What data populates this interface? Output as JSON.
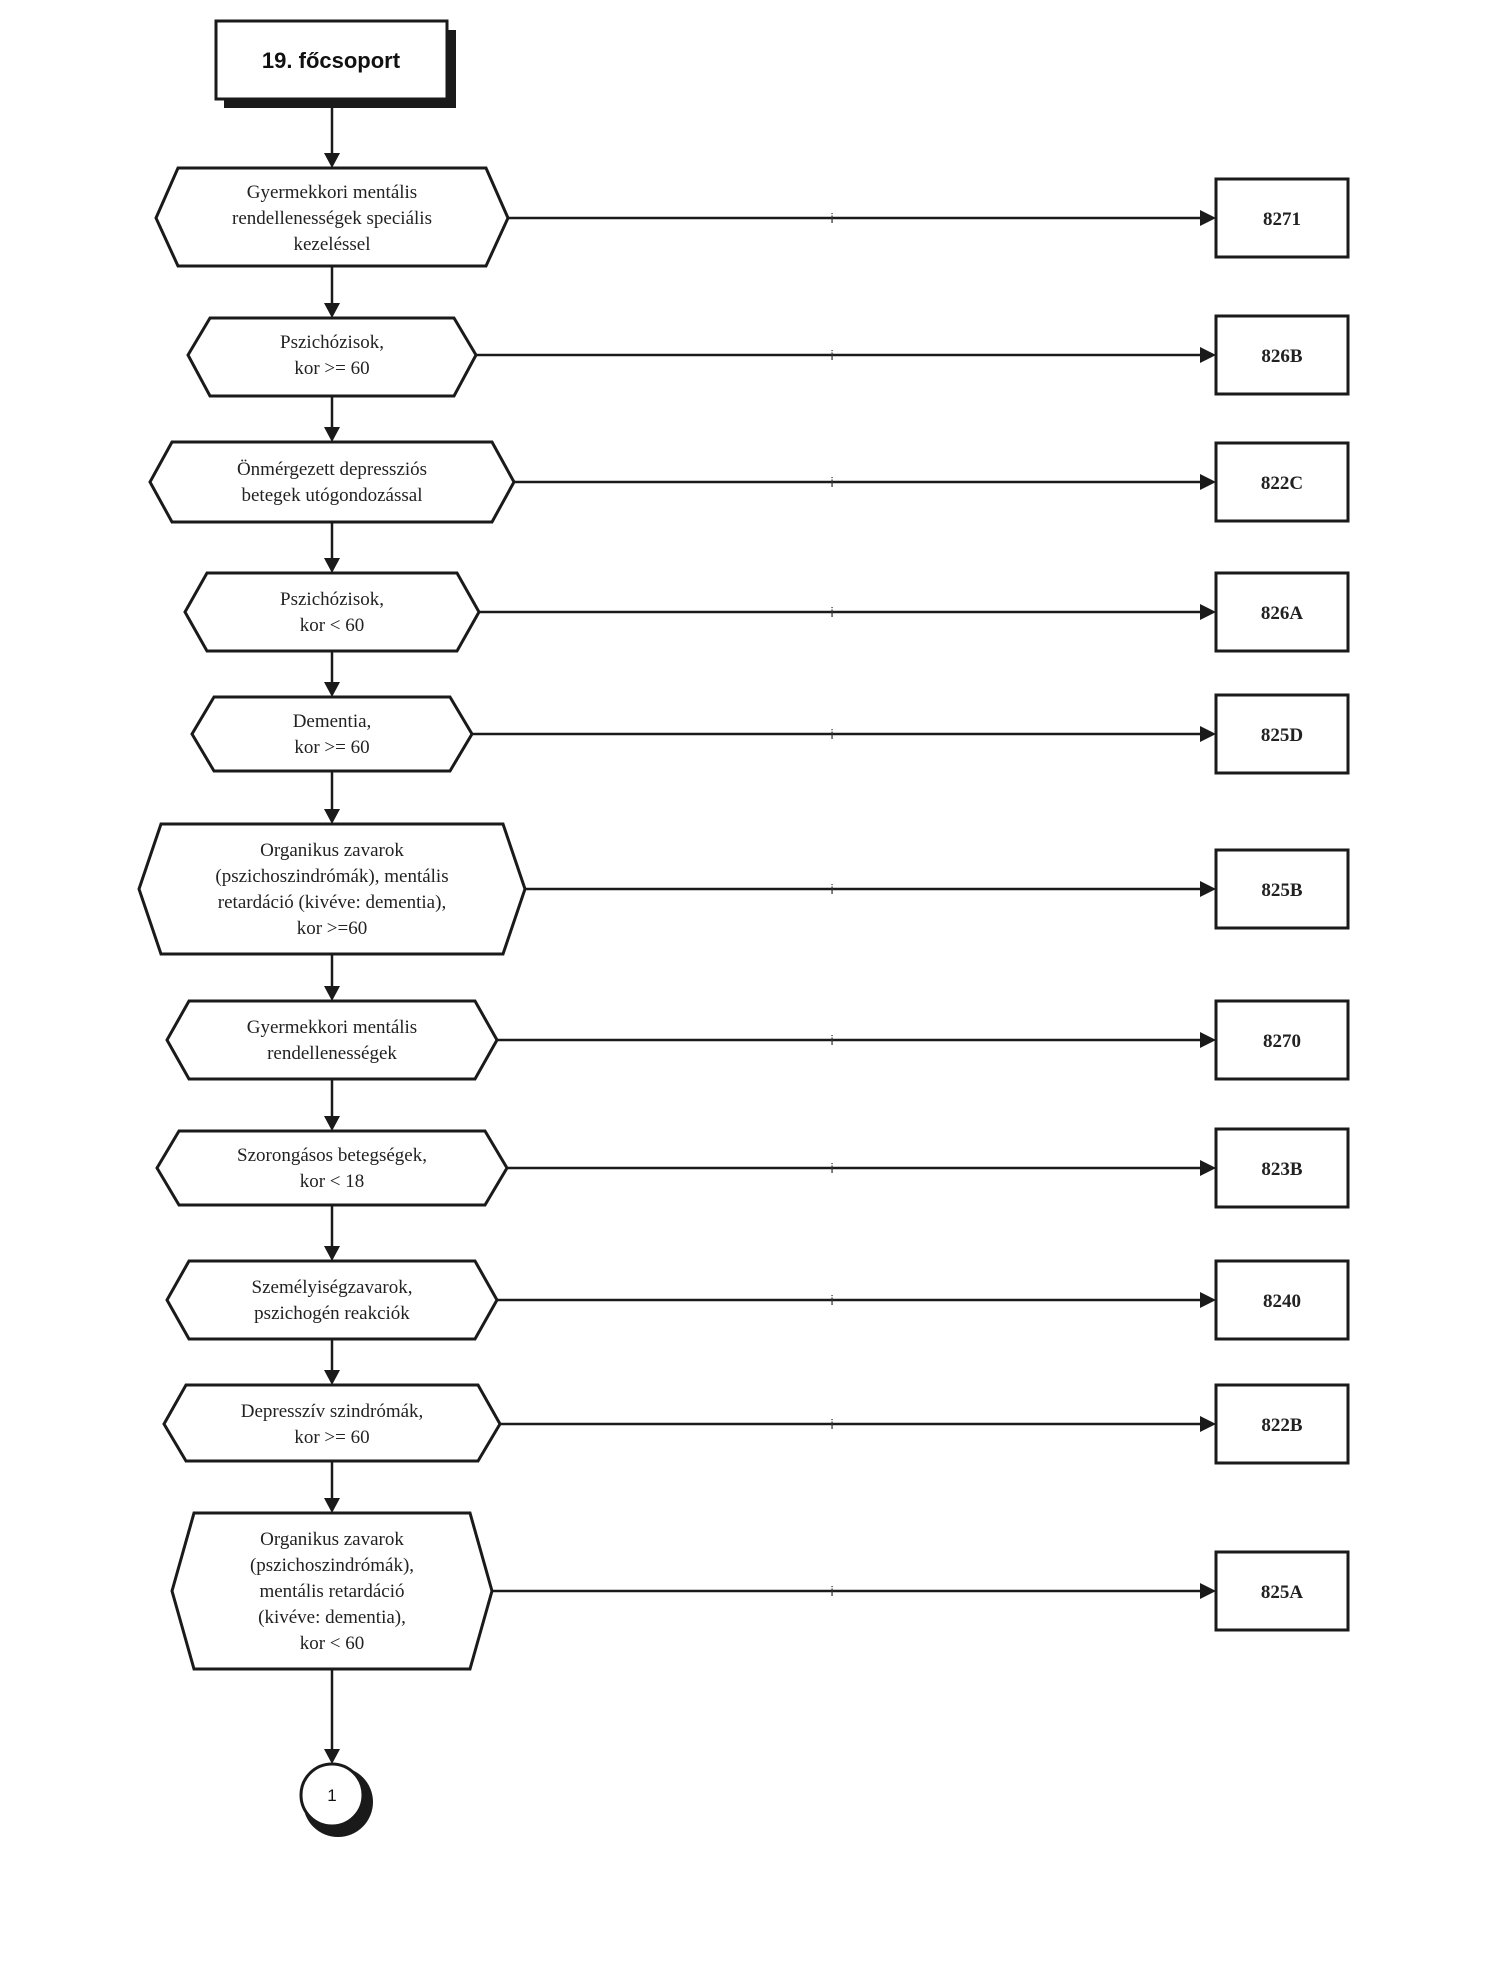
{
  "start": {
    "label": "19. főcsoport"
  },
  "edge_label": "i",
  "nodes": [
    {
      "lines": [
        "Gyermekkori mentális",
        "rendellenességek speciális",
        "kezeléssel"
      ],
      "outcome": "8271"
    },
    {
      "lines": [
        "Pszichózisok,",
        "kor >= 60"
      ],
      "outcome": "826B"
    },
    {
      "lines": [
        "Önmérgezett depressziós",
        "betegek utógondozással"
      ],
      "outcome": "822C"
    },
    {
      "lines": [
        "Pszichózisok,",
        "kor < 60"
      ],
      "outcome": "826A"
    },
    {
      "lines": [
        "Dementia,",
        "kor >= 60"
      ],
      "outcome": "825D"
    },
    {
      "lines": [
        "Organikus zavarok",
        "(pszichoszindrómák), mentális",
        "retardáció (kivéve: dementia),",
        "kor >=60"
      ],
      "outcome": "825B"
    },
    {
      "lines": [
        "Gyermekkori mentális",
        "rendellenességek"
      ],
      "outcome": "8270"
    },
    {
      "lines": [
        "Szorongásos betegségek,",
        "kor < 18"
      ],
      "outcome": "823B"
    },
    {
      "lines": [
        "Személyiségzavarok,",
        "pszichogén reakciók"
      ],
      "outcome": "8240"
    },
    {
      "lines": [
        "Depresszív szindrómák,",
        "kor >= 60"
      ],
      "outcome": "822B"
    },
    {
      "lines": [
        "Organikus zavarok",
        "(pszichoszindrómák),",
        "mentális retardáció",
        "(kivéve: dementia),",
        "kor < 60"
      ],
      "outcome": "825A"
    }
  ],
  "connector": {
    "label": "1"
  }
}
